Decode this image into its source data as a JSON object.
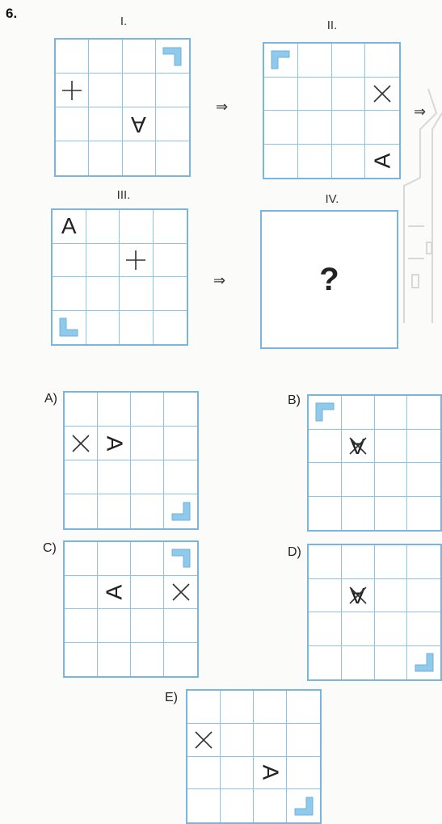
{
  "question_number": "6.",
  "figures": [
    {
      "label": "I."
    },
    {
      "label": "II."
    },
    {
      "label": "III."
    },
    {
      "label": "IV."
    }
  ],
  "arrow_glyph": "⇒",
  "unknown_mark": "?",
  "letter": "A",
  "options": [
    {
      "label": "A)"
    },
    {
      "label": "B)"
    },
    {
      "label": "C)"
    },
    {
      "label": "D)"
    },
    {
      "label": "E)"
    }
  ],
  "colors": {
    "grid_line": "#79b6de",
    "corner_shape": "#8fcaeb",
    "symbol": "#333333"
  }
}
